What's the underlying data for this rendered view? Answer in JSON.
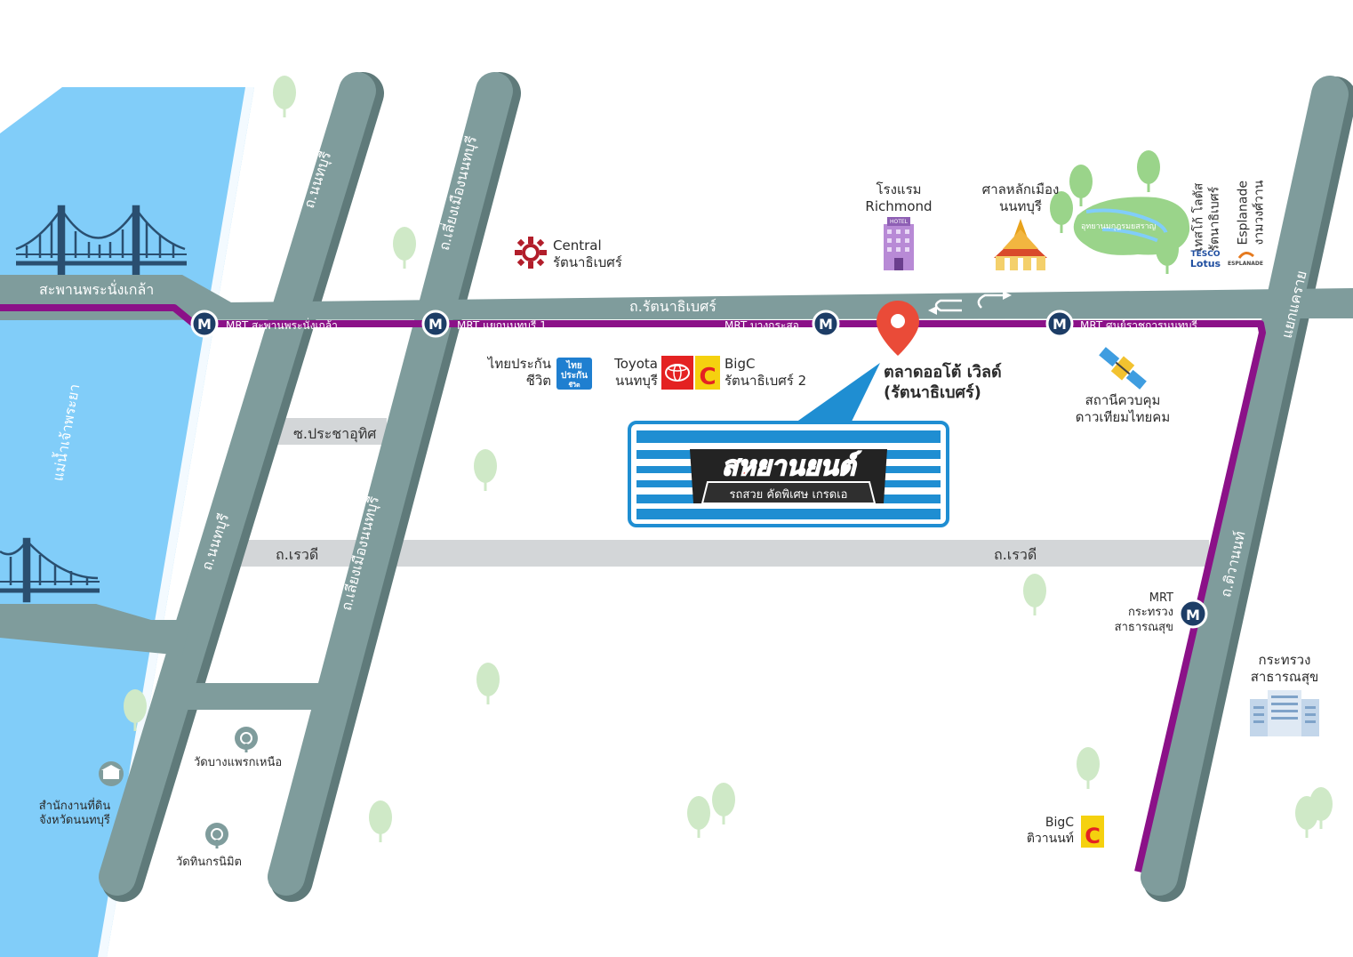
{
  "colors": {
    "river": "#81cdf9",
    "river_edge": "#ffffff",
    "road": "#7f9c9c",
    "road_shadow": "#5f7a7a",
    "minor_road": "#d3d6d8",
    "mrt_line": "#8b1188",
    "mrt_station": "#1d3d66",
    "pin": "#ea4b38",
    "callout": "#1f8ed2",
    "tree": "#cfe9c7",
    "park": "#9ad48a"
  },
  "roads": {
    "ratthanathibet": "ถ.รัตนาธิเบศร์",
    "pranangklao_bridge": "สะพานพระนั่งเกล้า",
    "nonthaburi_a": "ถ.นนทบุรี",
    "nonthaburi_b": "ถ.นนทบุรี",
    "liang_mueang_a": "ถ.เลี่ยงเมืองนนทบุรี",
    "liang_mueang_b": "ถ.เลี่ยงเมืองนนทบุรี",
    "tiwanon": "ถ.ติวานนท์",
    "khae_rai": "แยกแคราย",
    "soi_pracha_uthit": "ซ.ประชาอุทิศ",
    "rewadee_left": "ถ.เรวดี",
    "rewadee_right": "ถ.เรวดี",
    "river": "แม่น้ำเจ้าพระยา"
  },
  "mrt": {
    "pranangklao": "MRT สะพานพระนั่งเกล้า",
    "yaek_nonthaburi": "MRT แยกนนทบุรี 1",
    "bang_krasor": "MRT บางกระสอ",
    "government_center": "MRT ศูนย์ราชการนนทบุรี",
    "ministry_line1": "MRT",
    "ministry_line2": "กระทรวง",
    "ministry_line3": "สาธารณสุข",
    "station_letter": "M"
  },
  "places": {
    "central_l1": "Central",
    "central_l2": "รัตนาธิเบศร์",
    "richmond_l1": "โรงแรม",
    "richmond_l2": "Richmond",
    "hotel_sign": "HOTEL",
    "shrine_l1": "ศาลหลักเมือง",
    "shrine_l2": "นนทบุรี",
    "park": "อุทยานมกุฎรมยสราญ",
    "tesco_l1": "เทสโก้ โลตัส",
    "tesco_l2": "รัตนาธิเบศร์",
    "esplanade_l1": "Esplanade",
    "esplanade_l2": "งามวงศ์วาน",
    "tesco_logo_1": "TESCO",
    "tesco_logo_2": "Lotus",
    "esplanade_logo": "ESPLANADE",
    "thai_prakan_l1": "ไทยประกัน",
    "thai_prakan_l2": "ชีวิต",
    "thai_logo_1": "ไทย",
    "thai_logo_2": "ประกัน",
    "thai_logo_3": "ชีวิต",
    "toyota_l1": "Toyota",
    "toyota_l2": "นนทบุรี",
    "bigc_l1": "BigC",
    "bigc_l2": "รัตนาธิเบศร์ 2",
    "bigc_letter": "C",
    "market_l1": "ตลาดออโต้ เวิลด์",
    "market_l2": "(รัตนาธิเบศร์)",
    "satellite_l1": "สถานีควบคุม",
    "satellite_l2": "ดาวเทียมไทยคม",
    "ministry_l1": "กระทรวง",
    "ministry_l2": "สาธารณสุข",
    "bigc_tiwanon_l1": "BigC",
    "bigc_tiwanon_l2": "ติวานนท์",
    "land_office_l1": "สำนักงานที่ดิน",
    "land_office_l2": "จังหวัดนนทบุรี",
    "wat_bang_phraek": "วัดบางแพรกเหนือ",
    "wat_thin": "วัดทินกรนิมิต"
  },
  "dealer": {
    "name": "สหยานยนต์",
    "tagline": "รถสวย คัดพิเศษ เกรดเอ"
  }
}
